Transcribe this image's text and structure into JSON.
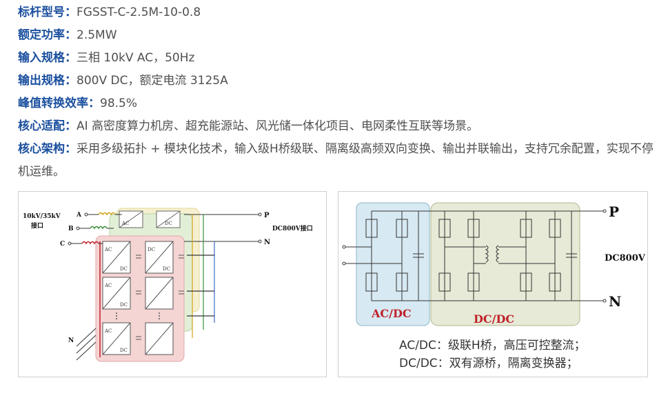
{
  "specs": [
    {
      "label": "标杆型号：",
      "value": "FGSST-C-2.5M-10-0.8"
    },
    {
      "label": "额定功率：",
      "value": "2.5MW"
    },
    {
      "label": "输入规格：",
      "value": "三相 10kV AC，50Hz"
    },
    {
      "label": "输出规格：",
      "value": "800V DC，额定电流 3125A"
    },
    {
      "label": "峰值转换效率：",
      "value": "98.5%"
    },
    {
      "label": "核心适配：",
      "value": "AI 高密度算力机房、超充能源站、风光储一体化项目、电网柔性互联等场景。"
    },
    {
      "label": "核心架构：",
      "value": "采用多级拓扑 + 模块化技术，输入级H桥级联、隔离级高频双向变换、输出并联输出，支持冗余配置，实现不停机运维。"
    }
  ],
  "left_diagram": {
    "input_label_line1": "10kV/35kV",
    "input_label_line2": "接口",
    "phase_a": "A",
    "phase_b": "B",
    "phase_c": "C",
    "neutral": "N",
    "out_p": "P",
    "out_n": "N",
    "output_label": "DC800V接口",
    "module_ac": "AC",
    "module_dc": "DC"
  },
  "right_diagram": {
    "acdc_label": "AC/DC",
    "dcdc_label": "DC/DC",
    "out_p": "P",
    "out_n": "N",
    "voltage_label": "DC800V",
    "caption_line1": "AC/DC：级联H桥，高压可控整流；",
    "caption_line2": "DC/DC：双有源桥，隔离变换器；"
  },
  "colors": {
    "label_blue": "#1a4f9e",
    "acdc_fill": "#d7e9f2",
    "dcdc_fill": "#e6ead6",
    "accent_red": "#c0202a"
  }
}
